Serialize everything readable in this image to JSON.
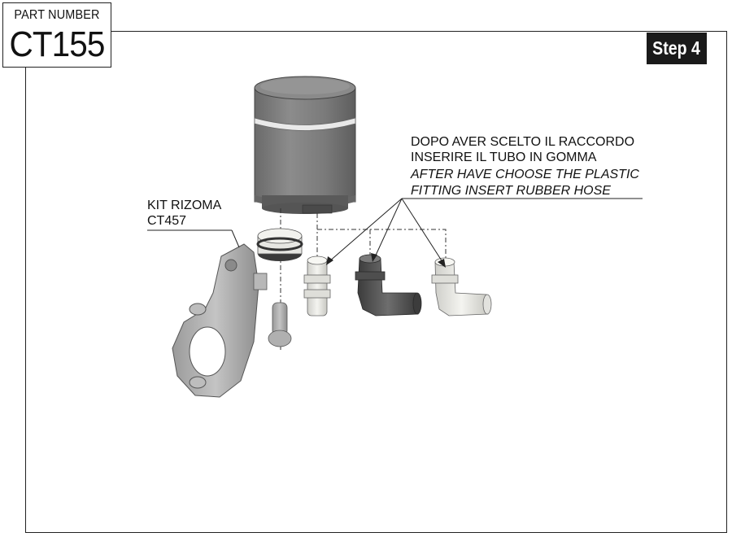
{
  "part_number": {
    "label": "PART NUMBER",
    "value": "CT155"
  },
  "step": {
    "label": "Step 4"
  },
  "callouts": {
    "kit": {
      "line1": "KIT RIZOMA",
      "line2": "CT457"
    },
    "instruction": {
      "it_line1": "DOPO AVER SCELTO IL RACCORDO",
      "it_line2": "INSERIRE IL TUBO IN GOMMA",
      "en_line1": "AFTER HAVE CHOOSE THE PLASTIC",
      "en_line2": "FITTING INSERT RUBBER HOSE"
    }
  },
  "colors": {
    "reservoir": "#7d7d7d",
    "bracket": "#a8a8a8",
    "fitting_light": "#e8e8e4",
    "fitting_dark": "#5a5a5a",
    "step_bg": "#1a1a1a"
  },
  "icons": [
    "reservoir-illustration",
    "bracket-illustration",
    "fitting-illustration"
  ]
}
